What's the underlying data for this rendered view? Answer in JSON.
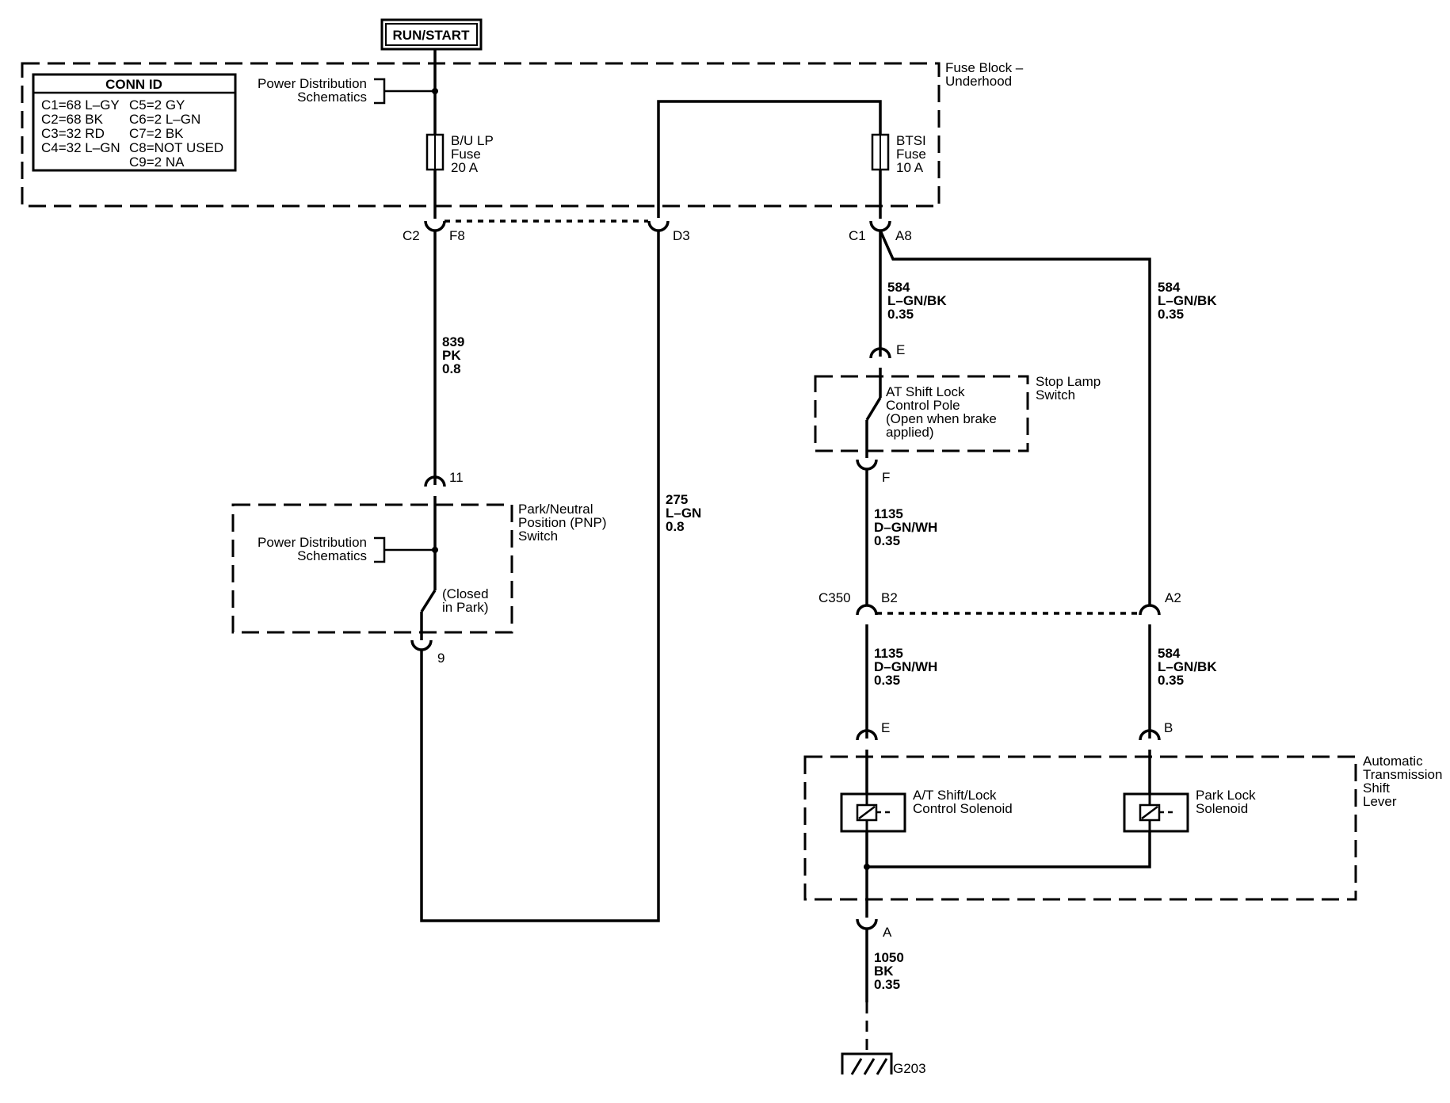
{
  "supply": {
    "label": "RUN/START"
  },
  "conn_table": {
    "title": "CONN ID",
    "col1": [
      "C1=68 L–GY",
      "C2=68 BK",
      "C3=32 RD",
      "C4=32 L–GN"
    ],
    "col2": [
      "C5=2 GY",
      "C6=2 L–GN",
      "C7=2 BK",
      "C8=NOT USED",
      "C9=2 NA"
    ]
  },
  "fuse_block": {
    "label": [
      "Fuse Block –",
      "Underhood"
    ]
  },
  "power_dist": {
    "label": [
      "Power Distribution",
      "Schematics"
    ]
  },
  "fuse_bulp": {
    "label": [
      "B/U LP",
      "Fuse",
      "20 A"
    ]
  },
  "fuse_btsi": {
    "label": [
      "BTSI",
      "Fuse",
      "10 A"
    ]
  },
  "connectors": {
    "c2": "C2",
    "f8": "F8",
    "d3": "D3",
    "c1": "C1",
    "a8": "A8",
    "e_stop": "E",
    "f_stop": "F",
    "pin11": "11",
    "pin9": "9",
    "c350": "C350",
    "b2": "B2",
    "a2": "A2",
    "e_lever": "E",
    "b_lever": "B",
    "a_lever": "A"
  },
  "wires": {
    "w839": [
      "839",
      "PK",
      "0.8"
    ],
    "w275": [
      "275",
      "L–GN",
      "0.8"
    ],
    "w584a": [
      "584",
      "L–GN/BK",
      "0.35"
    ],
    "w584b": [
      "584",
      "L–GN/BK",
      "0.35"
    ],
    "w1135a": [
      "1135",
      "D–GN/WH",
      "0.35"
    ],
    "w1135b": [
      "1135",
      "D–GN/WH",
      "0.35"
    ],
    "w584c": [
      "584",
      "L–GN/BK",
      "0.35"
    ],
    "w1050": [
      "1050",
      "BK",
      "0.35"
    ]
  },
  "stop_lamp": {
    "label": [
      "Stop Lamp",
      "Switch"
    ],
    "pole": [
      "AT Shift Lock",
      "Control Pole",
      "(Open when brake",
      "applied)"
    ]
  },
  "pnp": {
    "label": [
      "Park/Neutral",
      "Position (PNP)",
      "Switch"
    ],
    "power_dist": [
      "Power Distribution",
      "Schematics"
    ],
    "state": [
      "(Closed",
      "in Park)"
    ]
  },
  "shift_lever": {
    "label": [
      "Automatic",
      "Transmission",
      "Shift",
      "Lever"
    ],
    "solenoid_at": [
      "A/T Shift/Lock",
      "Control Solenoid"
    ],
    "solenoid_park": [
      "Park Lock",
      "Solenoid"
    ]
  },
  "ground": {
    "label": "G203"
  }
}
